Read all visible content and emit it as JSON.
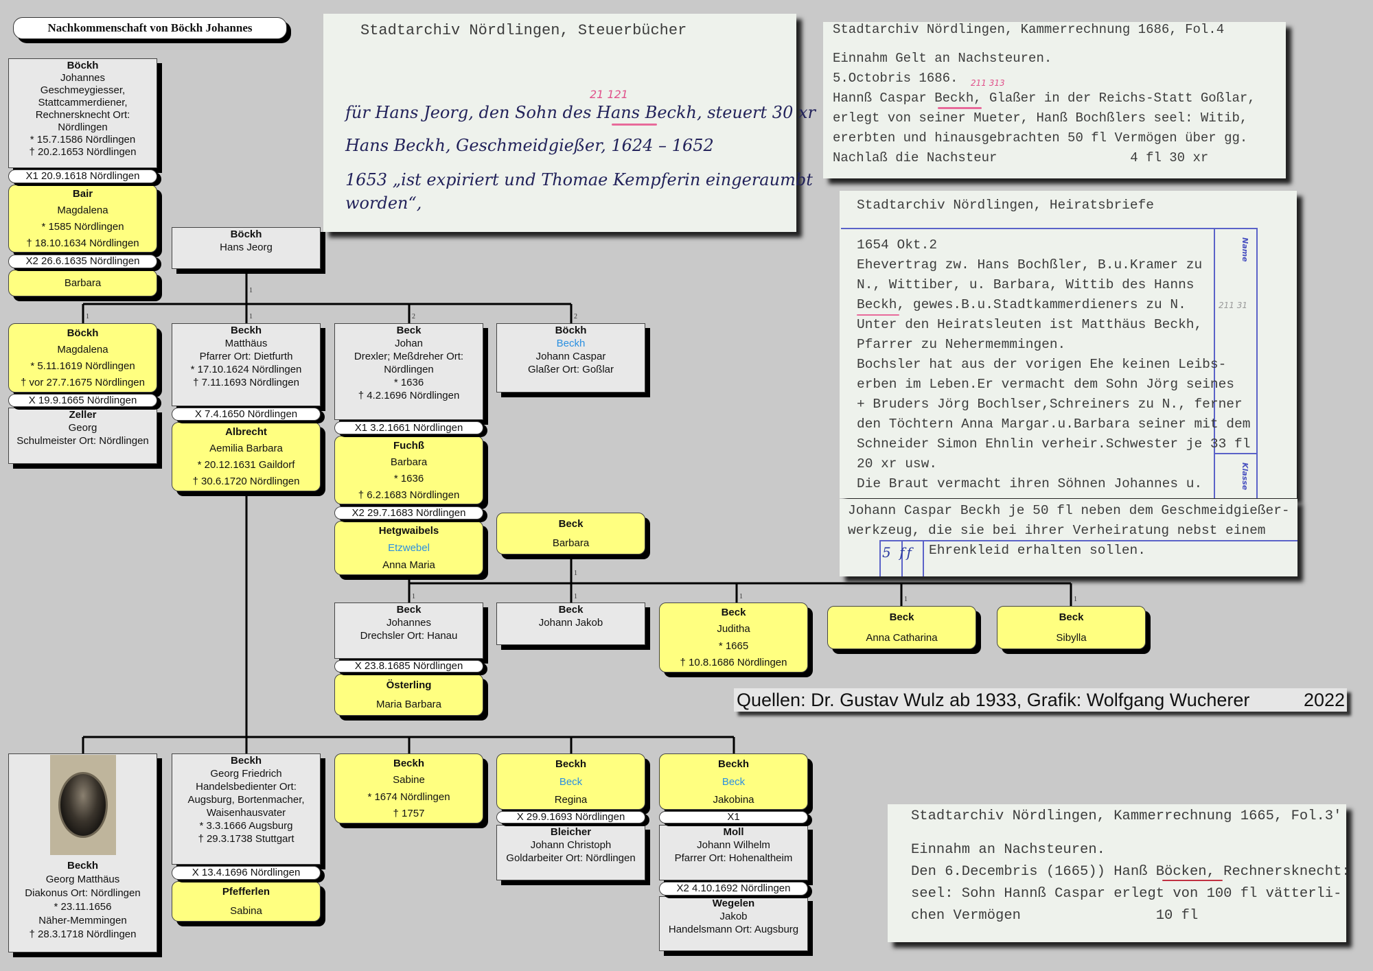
{
  "title": "Nachkommenschaft von Böckh Johannes",
  "boxes": [
    {
      "lines": [
        {
          "t": "Böckh",
          "s": "bold"
        },
        {
          "t": "Johannes"
        },
        {
          "t": "Geschmeygiesser,"
        },
        {
          "t": "Stattcammerdiener,"
        },
        {
          "t": "Rechnersknecht Ort:"
        },
        {
          "t": "Nördlingen",
          "s": "clip"
        },
        {
          "t": "* 15.7.1586 Nördlingen"
        },
        {
          "t": "† 20.2.1653 Nördlingen"
        }
      ]
    },
    {
      "lines": [
        {
          "t": "X1 20.9.1618 Nördlingen"
        }
      ]
    },
    {
      "lines": [
        {
          "t": "Bair",
          "s": "bold"
        },
        {
          "t": "Magdalena"
        },
        {
          "t": "* 1585 Nördlingen"
        },
        {
          "t": "† 18.10.1634 Nördlingen"
        }
      ]
    },
    {
      "lines": [
        {
          "t": "X2 26.6.1635 Nördlingen"
        }
      ]
    },
    {
      "lines": [
        {
          "t": "Barbara"
        }
      ]
    },
    {
      "lines": [
        {
          "t": "Böckh",
          "s": "bold"
        },
        {
          "t": "Hans Jeorg"
        }
      ]
    },
    {
      "lines": [
        {
          "t": "Böckh",
          "s": "bold"
        },
        {
          "t": "Magdalena"
        },
        {
          "t": "* 5.11.1619 Nördlingen"
        },
        {
          "t": "† vor 27.7.1675 Nördlingen"
        }
      ]
    },
    {
      "lines": [
        {
          "t": "X 19.9.1665 Nördlingen"
        }
      ]
    },
    {
      "lines": [
        {
          "t": "Zeller",
          "s": "bold"
        },
        {
          "t": "Georg"
        },
        {
          "t": "Schulmeister Ort: Nördlingen"
        }
      ]
    },
    {
      "lines": [
        {
          "t": "Beckh",
          "s": "bold"
        },
        {
          "t": "Matthäus"
        },
        {
          "t": "Pfarrer Ort: Dietfurth"
        },
        {
          "t": "* 17.10.1624 Nördlingen"
        },
        {
          "t": "† 7.11.1693 Nördlingen"
        }
      ]
    },
    {
      "lines": [
        {
          "t": "X 7.4.1650 Nördlingen"
        }
      ]
    },
    {
      "lines": [
        {
          "t": "Albrecht",
          "s": "bold"
        },
        {
          "t": "Aemilia Barbara"
        },
        {
          "t": "* 20.12.1631 Gaildorf"
        },
        {
          "t": "† 30.6.1720 Nördlingen"
        }
      ]
    },
    {
      "lines": [
        {
          "t": "Beck",
          "s": "bold"
        },
        {
          "t": "Johan"
        },
        {
          "t": "Drexler; Meßdreher Ort:"
        },
        {
          "t": "Nördlingen"
        },
        {
          "t": "* 1636"
        },
        {
          "t": "† 4.2.1696 Nördlingen"
        }
      ]
    },
    {
      "lines": [
        {
          "t": "X1 3.2.1661 Nördlingen"
        }
      ]
    },
    {
      "lines": [
        {
          "t": "Fuchß",
          "s": "bold"
        },
        {
          "t": "Barbara"
        },
        {
          "t": "* 1636"
        },
        {
          "t": "† 6.2.1683 Nördlingen"
        }
      ]
    },
    {
      "lines": [
        {
          "t": "X2 29.7.1683 Nördlingen"
        }
      ]
    },
    {
      "lines": [
        {
          "t": "Hetgwaibels",
          "s": "bold"
        },
        {
          "t": "Etzwebel",
          "s": "alt"
        },
        {
          "t": "Anna Maria"
        }
      ]
    },
    {
      "lines": [
        {
          "t": "Böckh",
          "s": "bold"
        },
        {
          "t": "Beckh",
          "s": "alt"
        },
        {
          "t": "Johann Caspar"
        },
        {
          "t": "Glaßer Ort: Goßlar"
        }
      ]
    },
    {
      "lines": [
        {
          "t": "Beck",
          "s": "bold"
        },
        {
          "t": "Barbara"
        }
      ]
    },
    {
      "lines": [
        {
          "t": "Beck",
          "s": "bold"
        },
        {
          "t": "Johannes"
        },
        {
          "t": "Drechsler Ort: Hanau"
        }
      ]
    },
    {
      "lines": [
        {
          "t": "X 23.8.1685 Nördlingen"
        }
      ]
    },
    {
      "lines": [
        {
          "t": "Österling",
          "s": "bold"
        },
        {
          "t": "Maria Barbara"
        }
      ]
    },
    {
      "lines": [
        {
          "t": "Beck",
          "s": "bold"
        },
        {
          "t": "Johann Jakob"
        }
      ]
    },
    {
      "lines": [
        {
          "t": "Beck",
          "s": "bold"
        },
        {
          "t": "Juditha"
        },
        {
          "t": "* 1665"
        },
        {
          "t": "† 10.8.1686 Nördlingen"
        }
      ]
    },
    {
      "lines": [
        {
          "t": "Beck",
          "s": "bold"
        },
        {
          "t": "Anna Catharina"
        }
      ]
    },
    {
      "lines": [
        {
          "t": "Beck",
          "s": "bold"
        },
        {
          "t": "Sibylla"
        }
      ]
    },
    {
      "portrait": "portrait-engraving",
      "lines": [
        {
          "t": "Beckh",
          "s": "bold"
        },
        {
          "t": "Georg Matthäus"
        },
        {
          "t": "Diakonus Ort: Nördlingen"
        },
        {
          "t": "* 23.11.1656"
        },
        {
          "t": "Näher-Memmingen"
        },
        {
          "t": "† 28.3.1718 Nördlingen"
        }
      ]
    },
    {
      "lines": [
        {
          "t": "Beckh",
          "s": "bold"
        },
        {
          "t": "Georg Friedrich"
        },
        {
          "t": "Handelsbedienter Ort:"
        },
        {
          "t": "Augsburg, Bortenmacher,"
        },
        {
          "t": "Waisenhausvater"
        },
        {
          "t": "* 3.3.1666 Augsburg"
        },
        {
          "t": "† 29.3.1738 Stuttgart"
        }
      ]
    },
    {
      "lines": [
        {
          "t": "X 13.4.1696 Nördlingen"
        }
      ]
    },
    {
      "lines": [
        {
          "t": "Pfefferlen",
          "s": "bold"
        },
        {
          "t": "Sabina"
        }
      ]
    },
    {
      "lines": [
        {
          "t": "Beckh",
          "s": "bold"
        },
        {
          "t": "Sabine"
        },
        {
          "t": "* 1674 Nördlingen"
        },
        {
          "t": "† 1757"
        }
      ]
    },
    {
      "lines": [
        {
          "t": "Beckh",
          "s": "bold"
        },
        {
          "t": "Beck",
          "s": "alt"
        },
        {
          "t": "Regina"
        }
      ]
    },
    {
      "lines": [
        {
          "t": "X 29.9.1693 Nördlingen"
        }
      ]
    },
    {
      "lines": [
        {
          "t": "Bleicher",
          "s": "bold"
        },
        {
          "t": "Johann Christoph"
        },
        {
          "t": "Goldarbeiter Ort: Nördlingen"
        }
      ]
    },
    {
      "lines": [
        {
          "t": "Beckh",
          "s": "bold"
        },
        {
          "t": "Beck",
          "s": "alt"
        },
        {
          "t": "Jakobina"
        }
      ]
    },
    {
      "lines": [
        {
          "t": "X1"
        }
      ]
    },
    {
      "lines": [
        {
          "t": "Moll",
          "s": "bold"
        },
        {
          "t": "Johann Wilhelm"
        },
        {
          "t": "Pfarrer Ort: Hohenaltheim"
        }
      ]
    },
    {
      "lines": [
        {
          "t": "X2 4.10.1692 Nördlingen"
        }
      ]
    },
    {
      "lines": [
        {
          "t": "Wegelen",
          "s": "bold"
        },
        {
          "t": "Jakob"
        },
        {
          "t": "Handelsmann Ort: Augsburg"
        }
      ]
    }
  ],
  "generation_marks": [
    "1",
    "1",
    "1",
    "2",
    "2",
    "1",
    "1",
    "1",
    "1",
    "1",
    "1"
  ],
  "documents": {
    "steuerbuecher": {
      "header": "Stadtarchiv Nördlingen, Steuerbücher",
      "annotation": "21 121",
      "lines": [
        "für Hans Jeorg, den Sohn des Hans Beckh, steuert 30 xr",
        "Hans Beckh, Geschmeidgießer, 1624 – 1652",
        "1653 „ist expiriert und Thomae Kempferin eingeraumbt",
        "worden“,"
      ]
    },
    "kammer1686": {
      "header": "Stadtarchiv Nördlingen, Kammerrechnung 1686, Fol.4",
      "annotation": "211 313",
      "lines": [
        "Einnahm Gelt an Nachsteuren.",
        "5.Octobris 1686.",
        "Hannß Caspar Beckh, Glaßer in der Reichs-Statt Goßlar,",
        "erlegt von seiner Mueter, Hanß Bochßlers seel: Witib,",
        "ererbten und hinausgebrachten 50 fl Vermögen über gg.",
        "Nachlaß die Nachsteur                 4 fl 30 xr"
      ]
    },
    "heiratsbriefe": {
      "header": "Stadtarchiv Nördlingen, Heiratsbriefe",
      "form_name": "Name",
      "form_class": "Klasse",
      "annotation": "211 31",
      "lines": [
        "1654 Okt.2",
        "Ehevertrag zw. Hans Bochßler, B.u.Kramer zu",
        "N., Wittiber, u. Barbara, Wittib des Hanns",
        "Beckh, gewes.B.u.Stadtkammerdieners zu N.",
        "Unter den Heiratsleuten ist Matthäus Beckh,",
        "Pfarrer zu Nehermemmingen.",
        "Bochsler hat aus der vorigen Ehe keinen Leibs-",
        "erben im Leben.Er vermacht dem Sohn Jörg seines",
        "+ Bruders Jörg Bochlser,Schreiners zu N., ferner",
        "den Töchtern Anna Margar.u.Barbara seiner mit dem",
        "Schneider Simon Ehnlin verheir.Schwester je 33 fl",
        "20 xr usw.",
        "Die Braut vermacht ihren Söhnen Johannes u."
      ],
      "strip_lines": [
        "Johann Caspar Beckh je 50 fl neben dem Geschmeidgießer-",
        "werkzeug, die sie bei ihrer Verheiratung nebst einem",
        "Ehrenkleid erhalten sollen."
      ],
      "strip_marks": "5 ff"
    },
    "kammer1665": {
      "header": "Stadtarchiv Nördlingen, Kammerrechnung 1665, Fol.3'",
      "lines": [
        "Einnahm an Nachsteuren.",
        "Den 6.Decembris (1665)) Hanß Böcken, Rechnersknecht:",
        "seel: Sohn Hannß Caspar erlegt von 100 fl vätterli-",
        "chen Vermögen                10 fl"
      ]
    }
  },
  "sources": {
    "text": "Quellen: Dr. Gustav Wulz ab 1933, Grafik: Wolfgang Wucherer",
    "year": "2022"
  },
  "colors": {
    "female": "#ffff80",
    "male": "#e8e8e8",
    "alt_name": "#2a8fe0",
    "background": "#c9c9c9"
  }
}
